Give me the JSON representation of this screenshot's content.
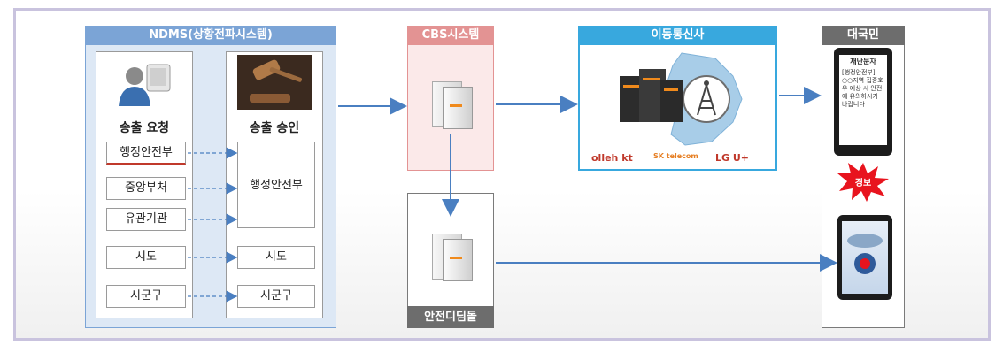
{
  "ndms": {
    "title": "NDMS(상황전파시스템)",
    "request_label": "송출 요청",
    "approve_label": "송출 승인",
    "requesters": [
      "행정안전부",
      "중앙부처",
      "유관기관",
      "시도",
      "시군구"
    ],
    "approvers": [
      "행정안전부",
      "시도",
      "시군구"
    ]
  },
  "cbs": {
    "title": "CBS시스템"
  },
  "carriers": {
    "title": "이동통신사",
    "logos": [
      "olleh kt",
      "SK telecom",
      "LG U+"
    ]
  },
  "citizens": {
    "title": "대국민",
    "phone_header": "재난문자",
    "phone_text": "[행정안전부] ○○지역 집중호우 예상 시 안전에 유의하시기 바랍니다",
    "burst_label": "경보"
  },
  "app": {
    "title": "안전디딤돌"
  },
  "colors": {
    "ndms_header": "#7ba4d6",
    "cbs_header": "#e39393",
    "carrier_header": "#38a8de",
    "citizen_header": "#6d6d6d",
    "app_header": "#6d6d6d",
    "arrow": "#4a7fc1",
    "map": "#a8cde8"
  }
}
